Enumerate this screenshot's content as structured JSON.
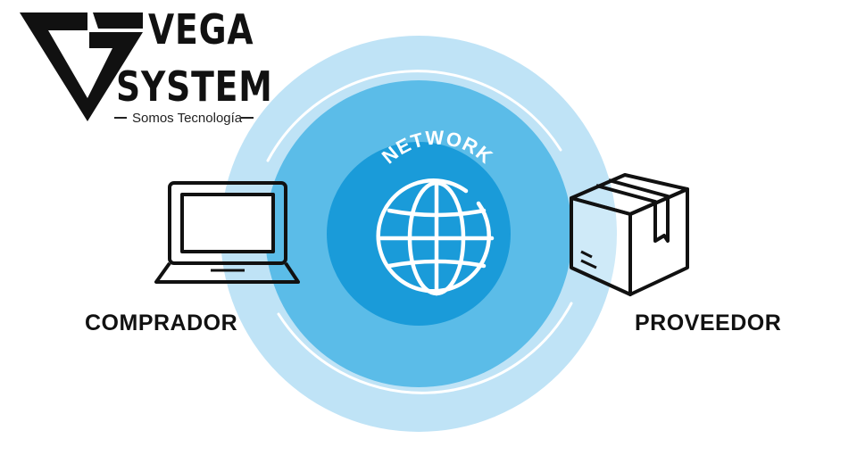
{
  "logo": {
    "line1": "VEGA",
    "line2": "SYSTEM",
    "tagline": "Somos Tecnología",
    "mark": "vg-monogram-logo"
  },
  "center": {
    "label": "NETWORK",
    "icon": "globe-icon"
  },
  "nodes": {
    "buyer": {
      "label": "COMPRADOR",
      "icon": "laptop-icon"
    },
    "seller": {
      "label": "PROVEEDOR",
      "icon": "package-box-icon"
    }
  },
  "colors": {
    "outer_ring": "#bfe3f6",
    "middle_ring": "#5bbce8",
    "inner_core": "#1a9bd9",
    "stroke": "#111111",
    "white": "#ffffff"
  }
}
